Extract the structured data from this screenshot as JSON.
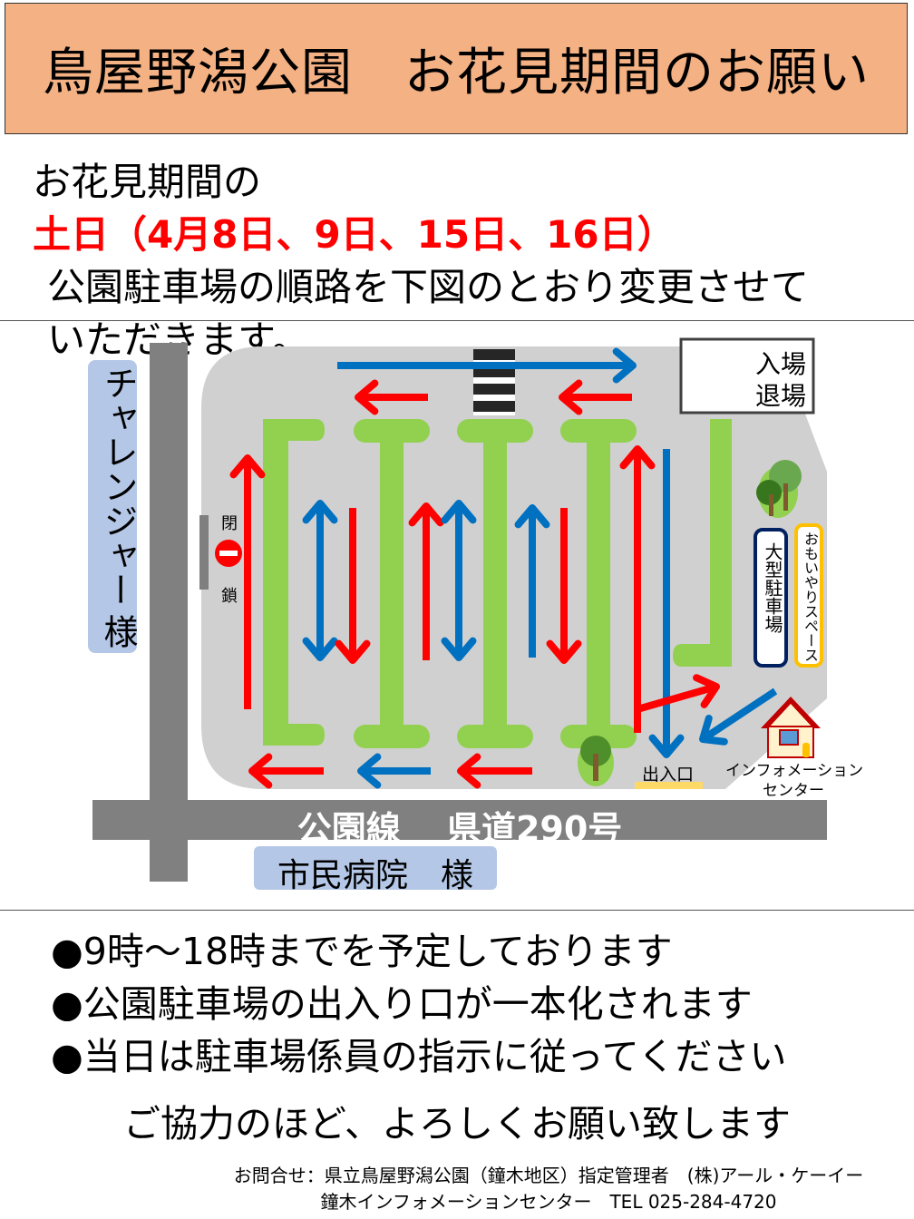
{
  "header": {
    "title": "鳥屋野潟公園　お花見期間のお願い",
    "bg_color": "#f4b183"
  },
  "intro": {
    "line1_prefix": "お花見期間の",
    "line1_highlight": "土日（4月8日、9日、15日、16日）",
    "line2": "公園駐車場の順路を下図のとおり変更させて",
    "line3": "いただきます。",
    "highlight_color": "#ff0000"
  },
  "map": {
    "legend": {
      "enter": "入場",
      "exit": "退場"
    },
    "left_neighbor": {
      "name": "チャレンジャー",
      "honorific": "様"
    },
    "bottom_neighbor": "市民病院　様",
    "road_label": "公園線　 県道290号",
    "closed_top": "閉",
    "closed_bottom": "鎖",
    "large_parking": "大型駐車場",
    "omoiyari_space": "おもいやりスペース",
    "entrance": "出入口",
    "info_center_line1": "インフォメーション",
    "info_center_line2": "センター",
    "colors": {
      "enter": "#ff0000",
      "exit": "#0070c0",
      "median": "#92d050",
      "lot": "#d0d0d0",
      "road": "#808080",
      "neighbor": "#b4c7e7"
    }
  },
  "notes": [
    "●9時～18時までを予定しております",
    "●公園駐車場の出入り口が一本化されます",
    "●当日は駐車場係員の指示に従ってください"
  ],
  "closing": "ご協力のほど、よろしくお願い致します",
  "footer": {
    "line1": "お問合せ：県立鳥屋野潟公園（鐘木地区）指定管理者　(株)アール・ケーイー",
    "line2": "鐘木インフォメーションセンター　TEL 025-284-4720"
  }
}
